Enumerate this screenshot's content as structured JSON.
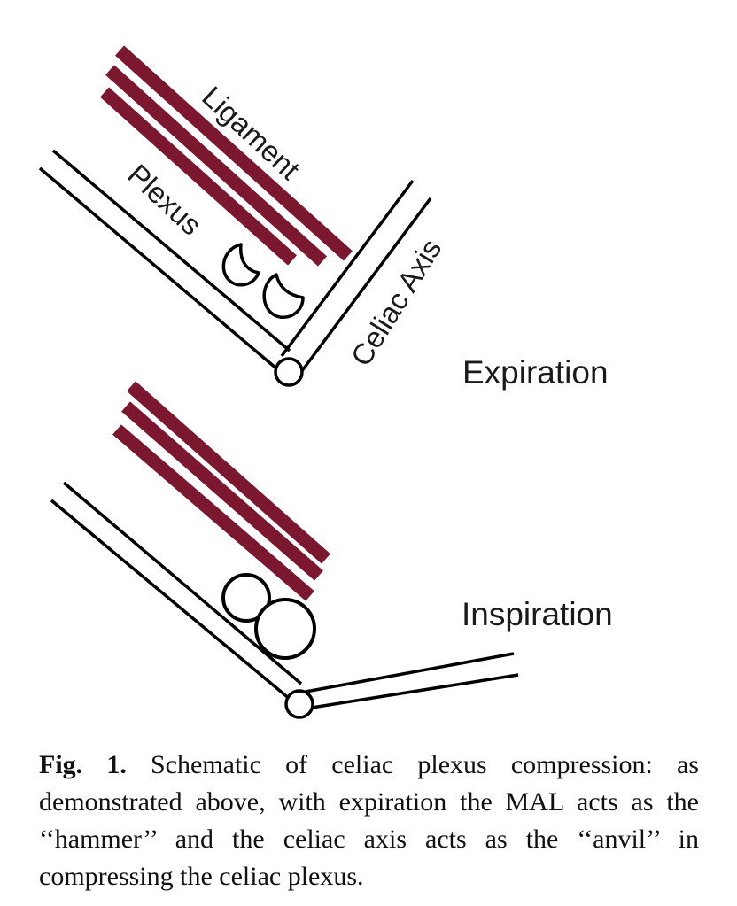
{
  "figure": {
    "labels": {
      "ligament": "Ligament",
      "plexus": "Plexus",
      "celiac_axis": "Celiac Axis",
      "expiration": "Expiration",
      "inspiration": "Inspiration"
    },
    "colors": {
      "ligament": "#7b1830",
      "outline": "#000000",
      "text": "#1a1a1a"
    }
  },
  "caption": {
    "label": "Fig. 1.",
    "text": "Schematic of celiac plexus compression: as demonstrated above, with expiration the MAL acts as the ‘‘hammer’’ and the celiac axis acts as the ‘‘anvil’’ in compressing the celiac plexus."
  }
}
